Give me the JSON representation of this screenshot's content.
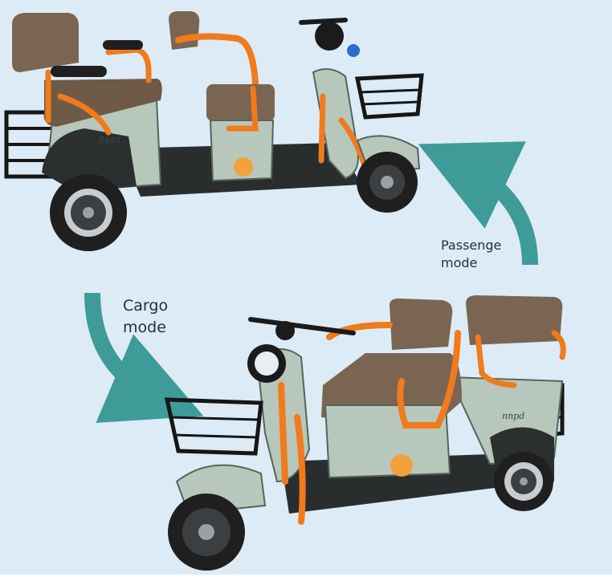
{
  "labels": {
    "passenger_mode": "Passenge\nmode",
    "cargo_mode": "Cargo\nmode"
  },
  "badges": {
    "side_text_top": "Byan",
    "side_text_bottom": "nnpd"
  },
  "colors": {
    "background": "#dcebf6",
    "arrow": "#3f9b98",
    "frame_orange": "#f07a1c",
    "seat_brown": "#7a6552",
    "body_sage": "#b7c7bc",
    "tire_black": "#1f1f1f",
    "basket_black": "#161616"
  }
}
